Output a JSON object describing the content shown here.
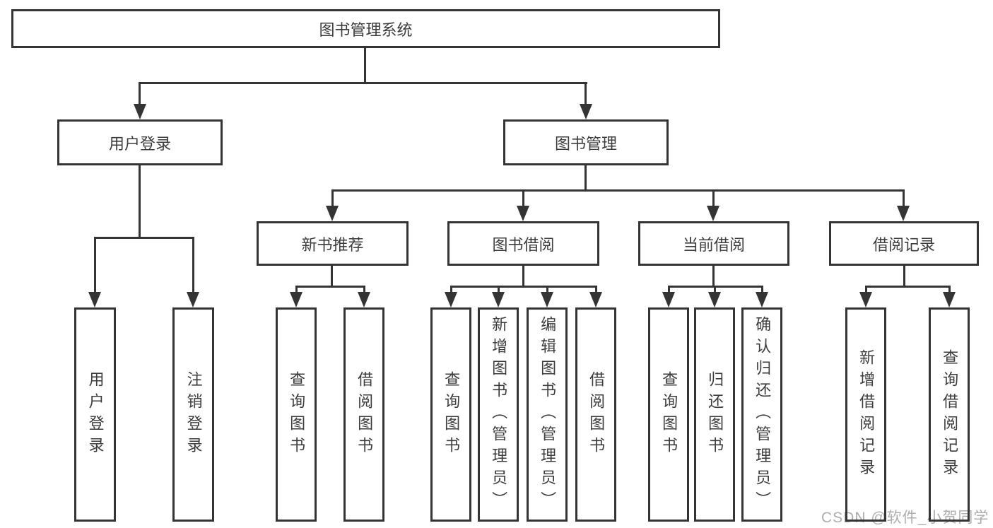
{
  "diagram": {
    "tree": {
      "label": "图书管理系统",
      "children": [
        {
          "label": "用户登录",
          "children": [
            {
              "label": "用户登录"
            },
            {
              "label": "注销登录"
            }
          ]
        },
        {
          "label": "图书管理",
          "children": [
            {
              "label": "新书推荐",
              "children": [
                {
                  "label": "查询图书"
                },
                {
                  "label": "借阅图书"
                }
              ]
            },
            {
              "label": "图书借阅",
              "children": [
                {
                  "label": "查询图书"
                },
                {
                  "label": "新增图书（管理员）"
                },
                {
                  "label": "编辑图书（管理员）"
                },
                {
                  "label": "借阅图书"
                }
              ]
            },
            {
              "label": "当前借阅",
              "children": [
                {
                  "label": "查询图书"
                },
                {
                  "label": "归还图书"
                },
                {
                  "label": "确认归还（管理员）"
                }
              ]
            },
            {
              "label": "借阅记录",
              "children": [
                {
                  "label": "新增借阅记录"
                },
                {
                  "label": "查询借阅记录"
                }
              ]
            }
          ]
        }
      ]
    }
  },
  "watermark": {
    "text": "CSDN @软件_小贺同学"
  },
  "colors": {
    "line": "#343434",
    "text": "#3c3c3c",
    "watermark": "#adadad",
    "background": "#ffffff"
  }
}
